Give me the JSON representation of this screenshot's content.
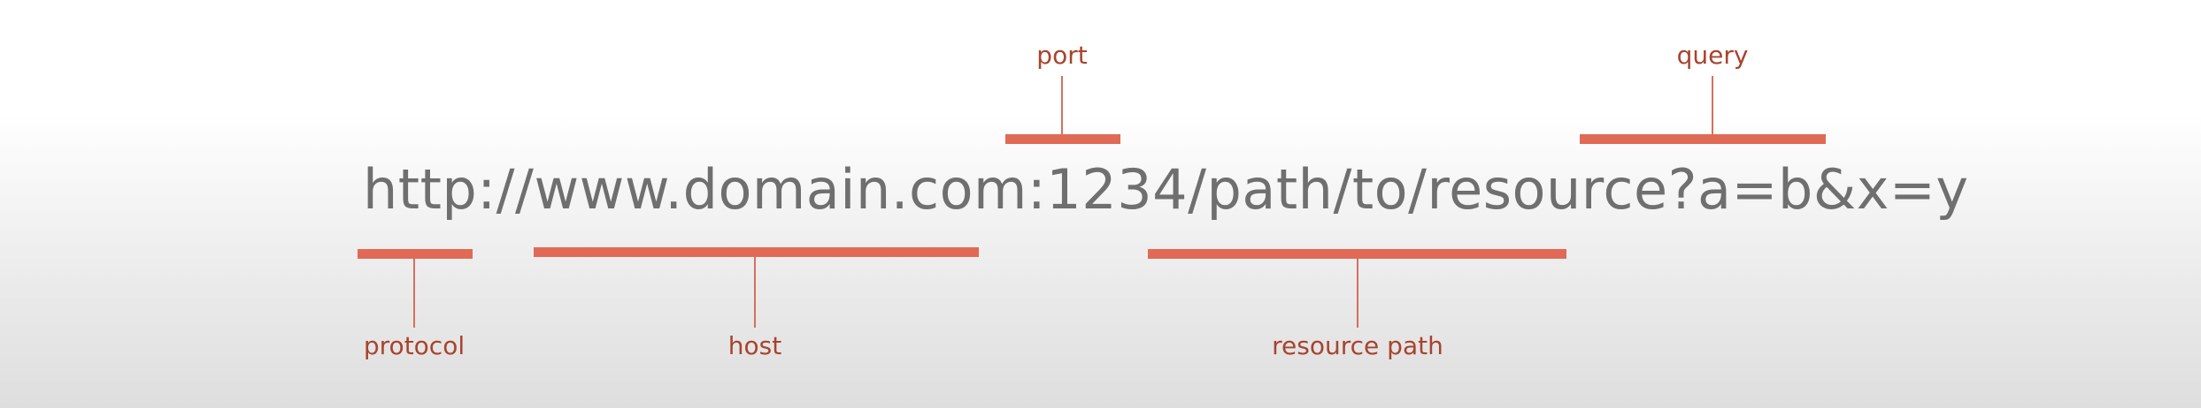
{
  "url": {
    "parts": [
      "http:",
      "//www.domain.com",
      ":1234",
      "/path/to/resource",
      "?a=b&x=y"
    ]
  },
  "labels": {
    "protocol": "protocol",
    "host": "host",
    "port": "port",
    "resource_path": "resource path",
    "query": "query"
  },
  "colors": {
    "url_text": "#6f6f6f",
    "label_text": "#a8432e",
    "bracket": "#e06a55",
    "stem": "#d4705f"
  }
}
